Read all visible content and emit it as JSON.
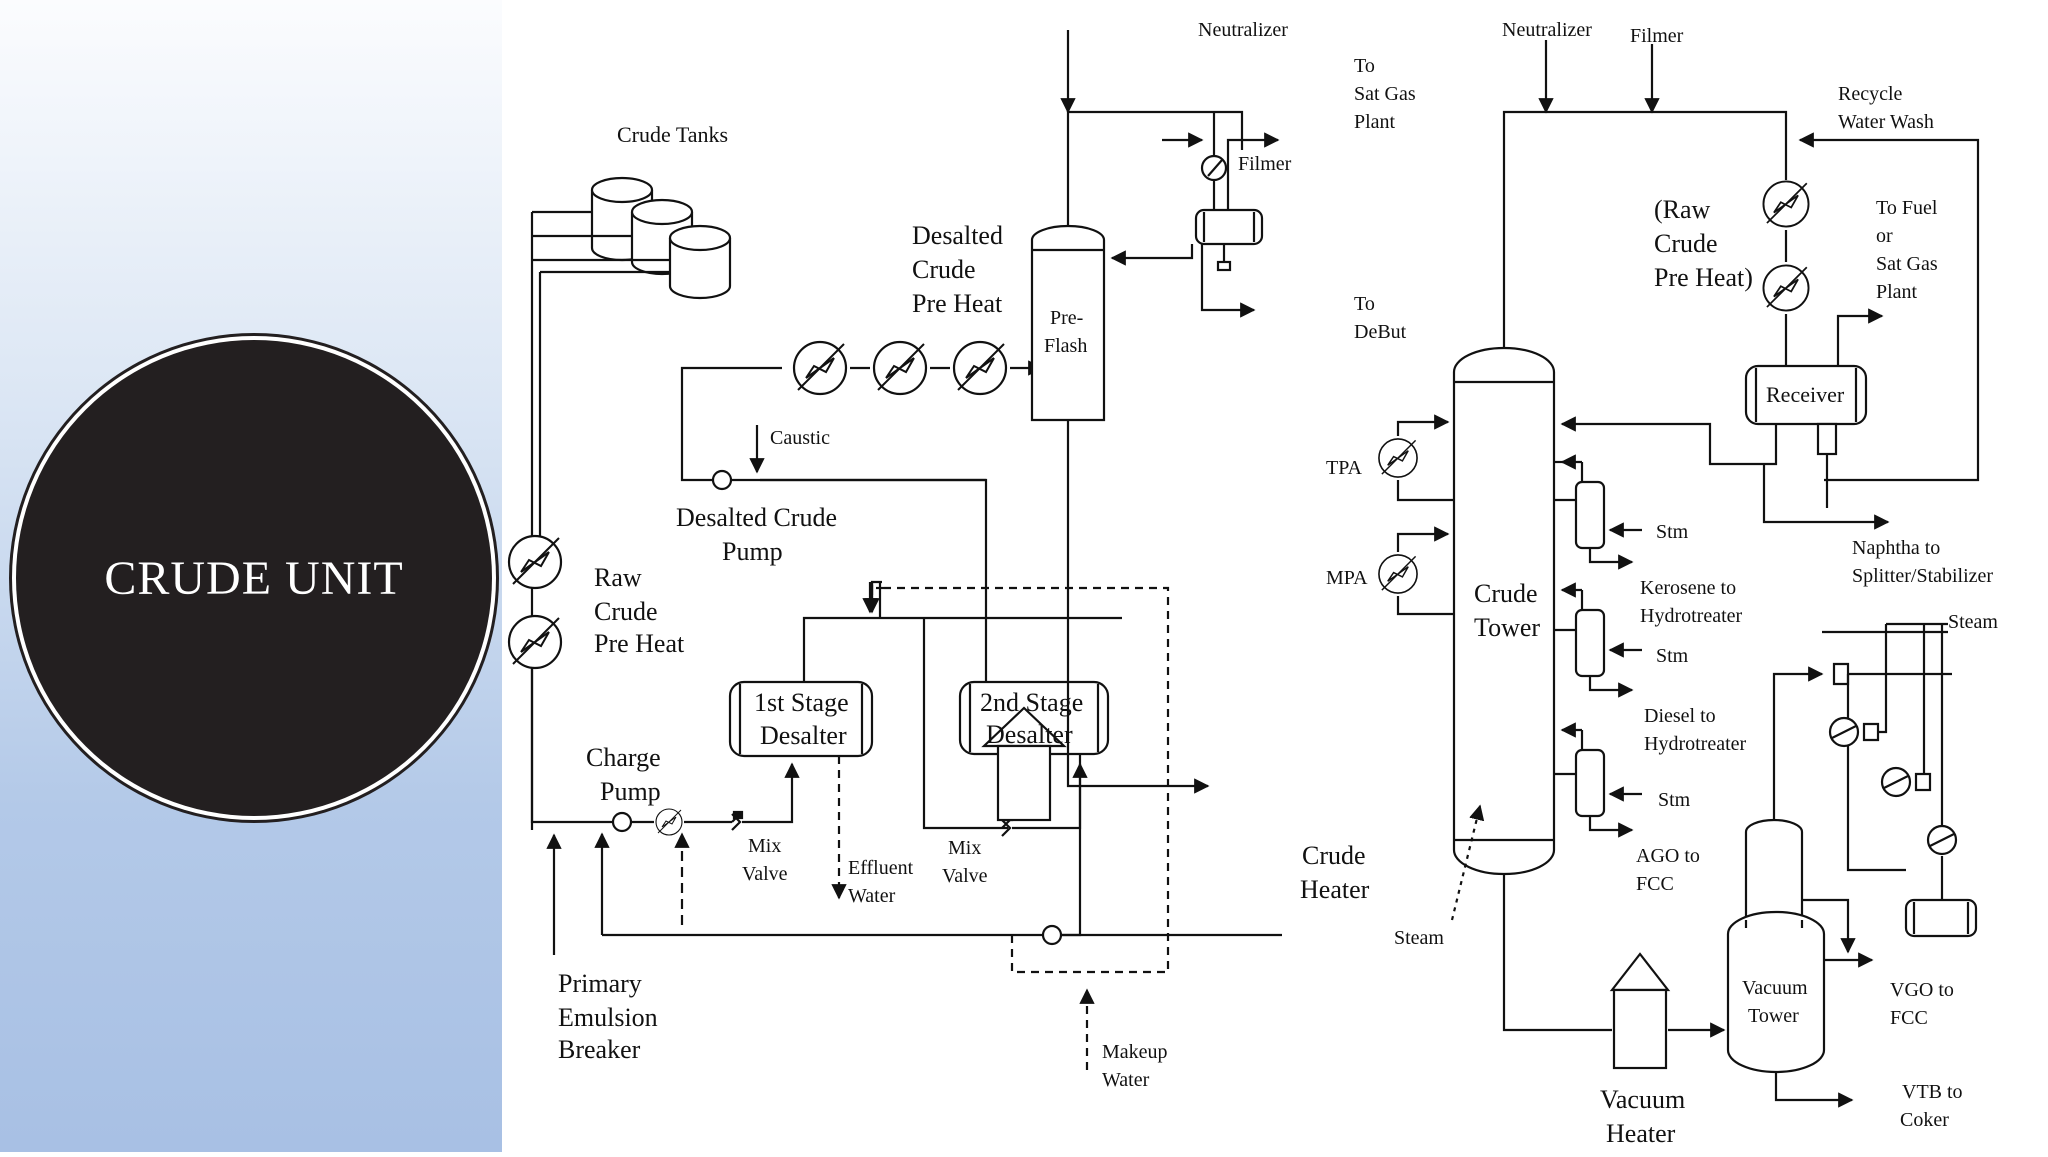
{
  "slide": {
    "title": "CRUDE UNIT"
  },
  "colors": {
    "accent_disc": "#231f20",
    "panel_top": "#fbfcfe",
    "panel_bottom": "#a8c0e4",
    "line": "#111111"
  },
  "labels": {
    "crude_tanks": "Crude Tanks",
    "raw_pre_heat": [
      "Raw",
      "Crude",
      "Pre Heat"
    ],
    "charge_pump": [
      "Charge",
      "Pump"
    ],
    "primary_emulsion": [
      "Primary",
      "Emulsion",
      "Breaker"
    ],
    "mix_valve_1": [
      "Mix",
      "Valve"
    ],
    "mix_valve_2": [
      "Mix",
      "Valve"
    ],
    "effluent": [
      "Effluent",
      "Water"
    ],
    "makeup": [
      "Makeup",
      "Water"
    ],
    "desalter1": [
      "1st Stage",
      "Desalter"
    ],
    "desalter2": [
      "2nd Stage",
      "Desalter"
    ],
    "desalted_pump": [
      "Desalted Crude",
      "Pump"
    ],
    "caustic": "Caustic",
    "desalted_pre_heat": [
      "Desalted",
      "Crude",
      "Pre Heat"
    ],
    "neutralizer1": "Neutralizer",
    "filmer1": "Filmer",
    "to_sat_gas": [
      "To",
      "Sat Gas",
      "Plant"
    ],
    "to_debut": [
      "To",
      "DeBut"
    ],
    "pre_flash": [
      "Pre-",
      "Flash"
    ],
    "neutralizer2": "Neutralizer",
    "filmer2": "Filmer",
    "recycle_wash": [
      "Recycle",
      "Water Wash"
    ],
    "raw_pre_heat_2": [
      "(Raw",
      "Crude",
      "Pre Heat)"
    ],
    "to_fuel": [
      "To Fuel",
      "or",
      "Sat Gas",
      "Plant"
    ],
    "receiver": "Receiver",
    "naphtha": [
      "Naphtha to",
      "Splitter/Stabilizer"
    ],
    "tpa": "TPA",
    "mpa": "MPA",
    "crude_tower": [
      "Crude",
      "Tower"
    ],
    "stm1": "Stm",
    "kerosene": [
      "Kerosene to",
      "Hydrotreater"
    ],
    "stm2": "Stm",
    "diesel": [
      "Diesel to",
      "Hydrotreater"
    ],
    "stm3": "Stm",
    "ago": [
      "AGO to",
      "FCC"
    ],
    "crude_heater": [
      "Crude",
      "Heater"
    ],
    "steam_bottom": "Steam",
    "steam_right": "Steam",
    "vacuum_tower": [
      "Vacuum",
      "Tower"
    ],
    "vgo": [
      "VGO to",
      "FCC"
    ],
    "vtb": [
      "VTB to",
      "Coker"
    ],
    "vacuum_heater": [
      "Vacuum",
      "Heater"
    ]
  }
}
